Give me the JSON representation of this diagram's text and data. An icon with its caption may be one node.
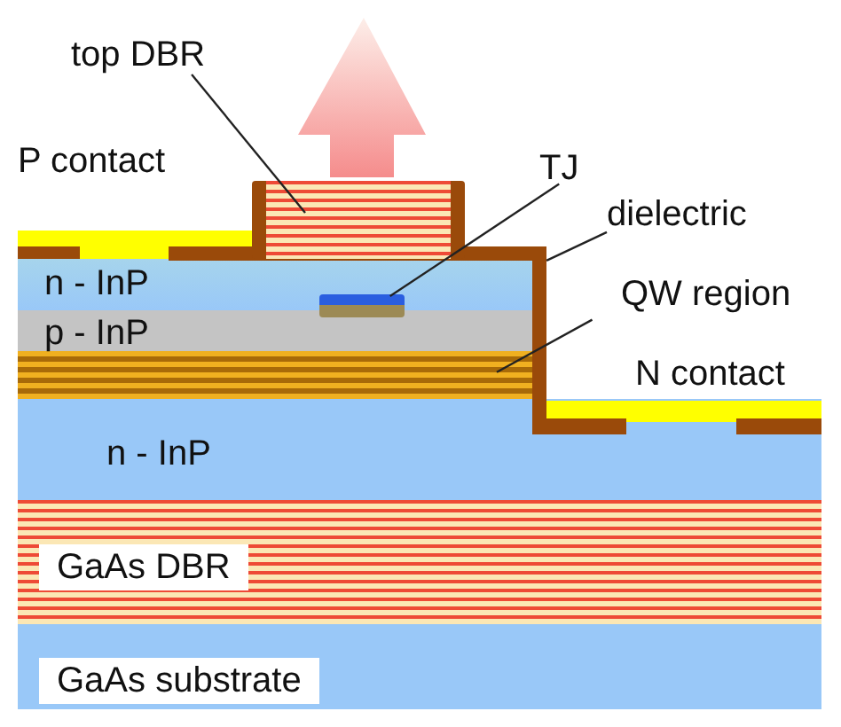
{
  "diagram": {
    "nodes": [
      {
        "text": [
          "top DBR"
        ]
      },
      {
        "text": [],
        "shape": "box"
      },
      {
        "text": [
          "TJ"
        ]
      },
      {
        "text": [],
        "shape": "box"
      },
      {
        "text": [
          "dielectric"
        ]
      },
      {
        "text": [],
        "shape": "bar"
      },
      {
        "text": [
          "QW region"
        ]
      },
      {
        "text": [],
        "shape": "bar"
      }
    ],
    "edges": [
      {
        "from": 0,
        "to": 1,
        "arrow": "none"
      },
      {
        "from": 2,
        "to": 3,
        "arrow": "none"
      },
      {
        "from": 4,
        "to": 5,
        "arrow": "none"
      },
      {
        "from": 6,
        "to": 7,
        "arrow": "none"
      }
    ],
    "labels": [
      "P contact",
      "n - InP",
      "p - InP",
      "N contact",
      "n - InP",
      "GaAs DBR",
      "GaAs substrate"
    ]
  }
}
